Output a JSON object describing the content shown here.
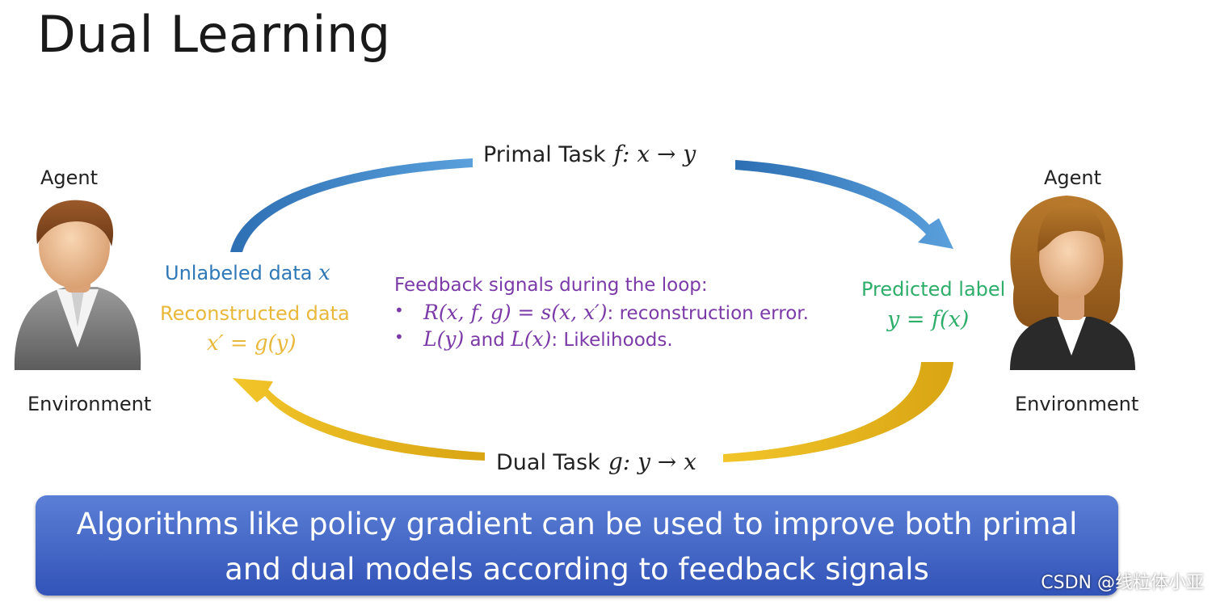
{
  "title": "Dual Learning",
  "left_agent": {
    "top_label": "Agent",
    "bottom_label": "Environment"
  },
  "right_agent": {
    "top_label": "Agent",
    "bottom_label": "Environment"
  },
  "primal_task": {
    "label": "Primal Task",
    "formula": "f: x → y"
  },
  "dual_task": {
    "label": "Dual Task",
    "formula": "g: y → x"
  },
  "left_data": {
    "unlabeled_label": "Unlabeled data",
    "unlabeled_var": "x",
    "reconstructed_label": "Reconstructed data",
    "reconstructed_formula": "x′ = g(y)"
  },
  "right_data": {
    "predicted_label": "Predicted label",
    "predicted_formula": "y = f(x)"
  },
  "feedback": {
    "heading": "Feedback signals during the loop:",
    "items": [
      {
        "formula": "R(x, f, g) = s(x, x′)",
        "text": ": reconstruction error."
      },
      {
        "formula_a": "L(y)",
        "mid": " and ",
        "formula_b": "L(x)",
        "text": ": Likelihoods."
      }
    ]
  },
  "banner": {
    "line1": "Algorithms like policy gradient can be used to improve both primal",
    "line2": "and dual models according to feedback signals"
  },
  "watermark": "CSDN @线粒体小亚",
  "colors": {
    "primal_arrow": "#3f84c6",
    "dual_arrow": "#e3b21c",
    "unlabeled": "#2f78b8",
    "reconstructed": "#e9b83a",
    "predicted": "#2eae6a",
    "feedback": "#7b3aa8",
    "banner": "#3f62c4"
  }
}
